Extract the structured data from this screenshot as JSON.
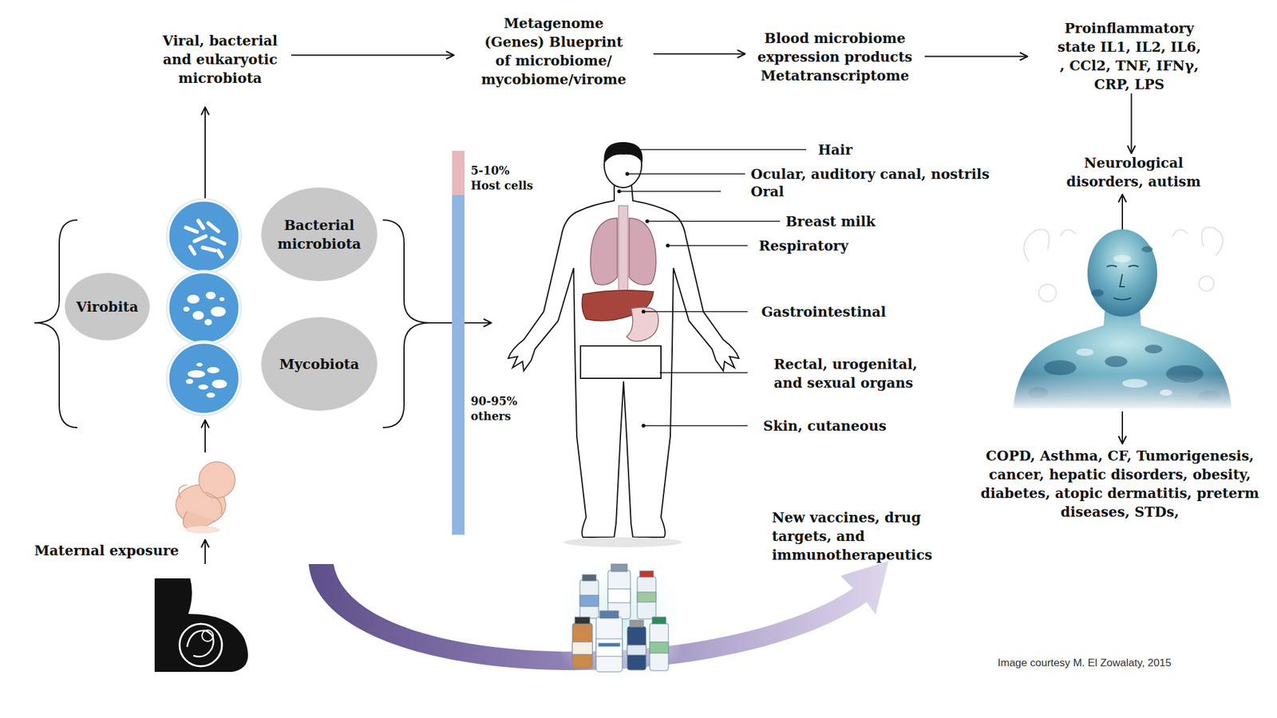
{
  "diagram": {
    "nodes": [
      {
        "text": [
          "Viral, bacterial and eukaryotic microbiota"
        ]
      },
      {
        "text": [
          "Metagenome (Genes) Blueprint of microbiome/ mycobiome/virome"
        ]
      },
      {
        "text": [
          "Blood microbiome expression products Metatranscriptome"
        ]
      },
      {
        "text": [
          "Proinflammatory state IL1, IL2, IL6, , CCl2, TNF, IFNγ, CRP, LPS"
        ]
      },
      {
        "text": [
          "Neurological disorders, autism"
        ]
      },
      {
        "text": [
          "Bacterial microbiota"
        ]
      },
      {
        "text": [
          "Virobita"
        ]
      },
      {
        "text": [
          "Mycobiota"
        ]
      },
      {
        "text": [
          "COPD, Asthma, CF, Tumorigenesis, cancer, hepatic disorders, obesity, diabetes, atopic dermatitis, preterm diseases, STDs,"
        ]
      }
    ],
    "edges": [
      {
        "from": 0,
        "to": 1,
        "arrow": "to"
      },
      {
        "from": 1,
        "to": 2,
        "arrow": "to"
      },
      {
        "from": 2,
        "to": 3,
        "arrow": "to"
      },
      {
        "from": 3,
        "to": 4,
        "arrow": "to"
      }
    ],
    "labels": [
      "Hair",
      "5-10% Host cells",
      "Ocular, auditory canal, nostrils",
      "Oral",
      "Breast milk",
      "Respiratory",
      "Gastrointestinal",
      "Rectal, urogenital, and sexual organs",
      "90-95% others",
      "Skin, cutaneous",
      "New vaccines, drug targets, and immunotherapeutics",
      "Maternal exposure",
      "Image courtesy M. El Zowalaty, 2015"
    ]
  }
}
